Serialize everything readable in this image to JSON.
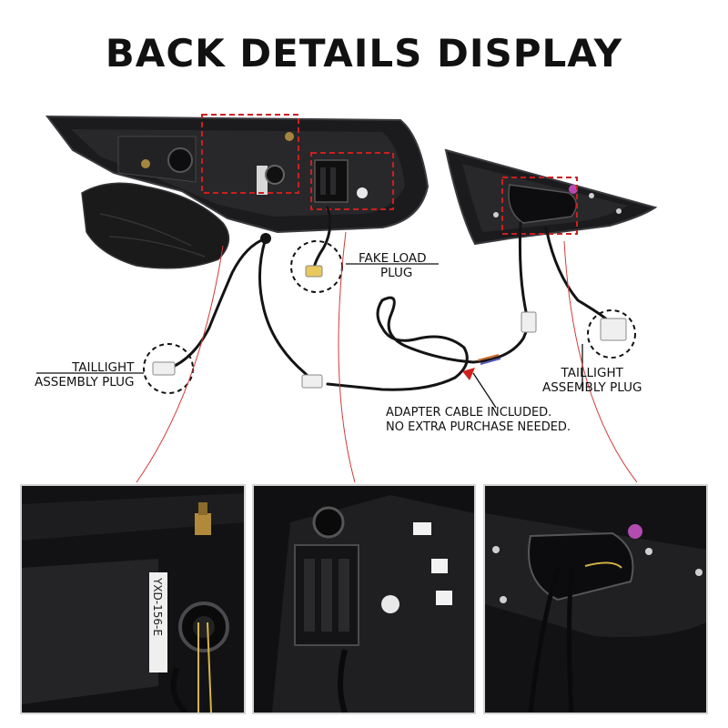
{
  "title": "BACK DETAILS DISPLAY",
  "callouts": {
    "fake_load_plug": [
      "FAKE LOAD",
      "PLUG"
    ],
    "taillight_left": [
      "TAILLIGHT",
      "ASSEMBLY PLUG"
    ],
    "taillight_right": [
      "TAILLIGHT",
      "ASSEMBLY PLUG"
    ],
    "adapter_cable": [
      "ADAPTER CABLE INCLUDED.",
      "NO EXTRA PURCHASE NEEDED."
    ]
  },
  "detail_photos": {
    "label_sticker": "YXD-156-E"
  },
  "colors": {
    "highlight_box": "#cc1f1f",
    "leader_line": "#d23a3a",
    "lamp_housing": "#161618"
  }
}
